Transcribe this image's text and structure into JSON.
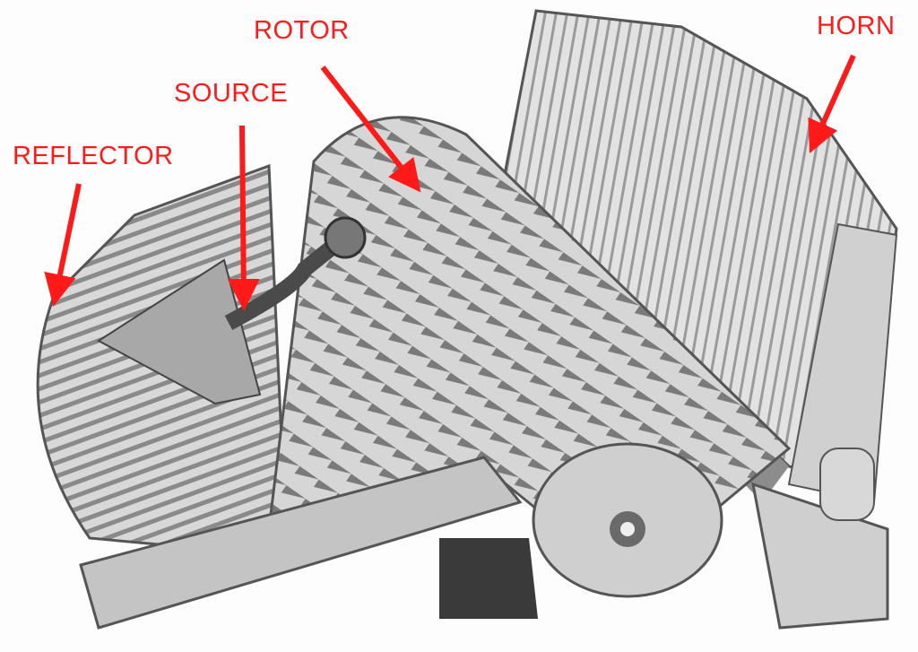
{
  "labels": {
    "reflector": "REFLECTOR",
    "source": "SOURCE",
    "rotor": "ROTOR",
    "horn": "HORN"
  },
  "colors": {
    "annotation": "#ff1a1a",
    "metal": "#c9c9c9",
    "shadow": "#5a5a5a"
  }
}
